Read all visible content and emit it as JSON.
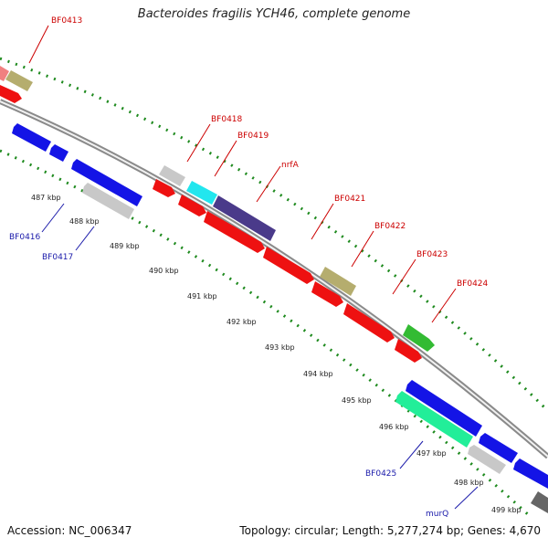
{
  "title": "Bacteroides fragilis YCH46, complete genome",
  "footer": {
    "accession": "Accession: NC_006347",
    "summary": "Topology: circular; Length: 5,277,274 bp; Genes: 4,670"
  },
  "colors": {
    "backbone": "#8a8a8a",
    "tick_dots": "#1e8a1e",
    "label_forward": "#cc0000",
    "label_reverse": "#1a1aaa"
  },
  "kbp_labels": [
    "487 kbp",
    "488 kbp",
    "489 kbp",
    "490 kbp",
    "491 kbp",
    "492 kbp",
    "493 kbp",
    "494 kbp",
    "495 kbp",
    "496 kbp",
    "497 kbp",
    "498 kbp",
    "499 kbp"
  ],
  "gene_labels": [
    {
      "text": "BF0413",
      "strand": "forward"
    },
    {
      "text": "BF0418",
      "strand": "forward"
    },
    {
      "text": "BF0419",
      "strand": "forward"
    },
    {
      "text": "nrfA",
      "strand": "forward"
    },
    {
      "text": "BF0421",
      "strand": "forward"
    },
    {
      "text": "BF0422",
      "strand": "forward"
    },
    {
      "text": "BF0423",
      "strand": "forward"
    },
    {
      "text": "BF0424",
      "strand": "forward"
    },
    {
      "text": "BF0416",
      "strand": "reverse"
    },
    {
      "text": "BF0417",
      "strand": "reverse"
    },
    {
      "text": "BF0425",
      "strand": "reverse"
    },
    {
      "text": "murQ",
      "strand": "reverse"
    }
  ]
}
